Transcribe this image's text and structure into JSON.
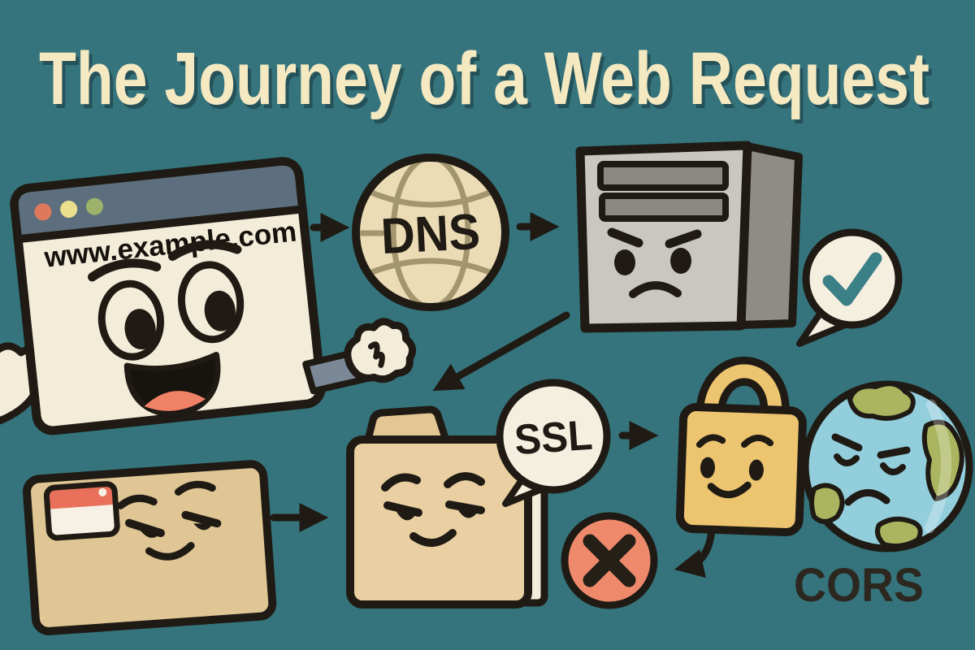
{
  "title": "The Journey of a Web Request",
  "browser": {
    "url": "www.example.com"
  },
  "labels": {
    "dns": "DNS",
    "ssl": "SSL",
    "cors": "CORS"
  },
  "colors": {
    "background": "#35747d",
    "title": "#f5e9c1",
    "outline": "#1f1b14",
    "cream": "#f2ecd9",
    "titlebar": "#5d6f7e",
    "dot_red": "#de795e",
    "dot_yellow": "#ebdf8d",
    "dot_green": "#9cb26b",
    "tongue": "#ef8166",
    "sleeve": "#7b8897",
    "globe_fill": "#ecdcb5",
    "globe_grid": "#a3956e",
    "server_front": "#cac6c1",
    "server_side": "#8f8b86",
    "server_slot": "#8b8984",
    "bubble": "#f5efdf",
    "check": "#3b7f87",
    "folder": "#e9cfa1",
    "folder_tab": "#e3c693",
    "lock": "#edc46f",
    "earth_ocean": "#93cedd",
    "earth_land": "#a9b65f",
    "envelope": "#dfc694",
    "stamp_band": "#e9705b",
    "error_circle": "#ee8a6b",
    "cors_text": "#2c2820"
  }
}
